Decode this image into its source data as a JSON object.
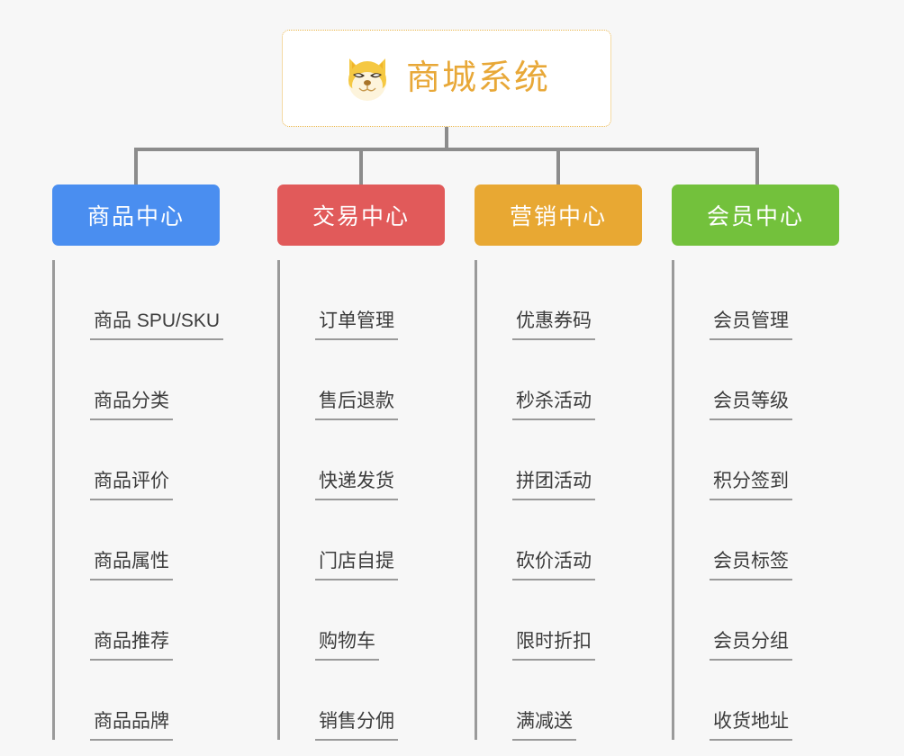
{
  "diagram": {
    "type": "org-chart",
    "background_color": "#f7f7f7",
    "connector_color": "#8c8c8c",
    "root": {
      "title": "商城系统",
      "icon": "shiba-inu-icon",
      "text_color": "#e8a838",
      "border_color": "#eab54a",
      "background_color": "#ffffff"
    },
    "categories": [
      {
        "label": "商品中心",
        "color": "#4a8ef0",
        "items": [
          "商品 SPU/SKU",
          "商品分类",
          "商品评价",
          "商品属性",
          "商品推荐",
          "商品品牌"
        ]
      },
      {
        "label": "交易中心",
        "color": "#e15a5a",
        "items": [
          "订单管理",
          "售后退款",
          "快递发货",
          "门店自提",
          "购物车",
          "销售分佣"
        ]
      },
      {
        "label": "营销中心",
        "color": "#e8a833",
        "items": [
          "优惠券码",
          "秒杀活动",
          "拼团活动",
          "砍价活动",
          "限时折扣",
          "满减送"
        ]
      },
      {
        "label": "会员中心",
        "color": "#73c13c",
        "items": [
          "会员管理",
          "会员等级",
          "积分签到",
          "会员标签",
          "会员分组",
          "收货地址"
        ]
      }
    ]
  }
}
